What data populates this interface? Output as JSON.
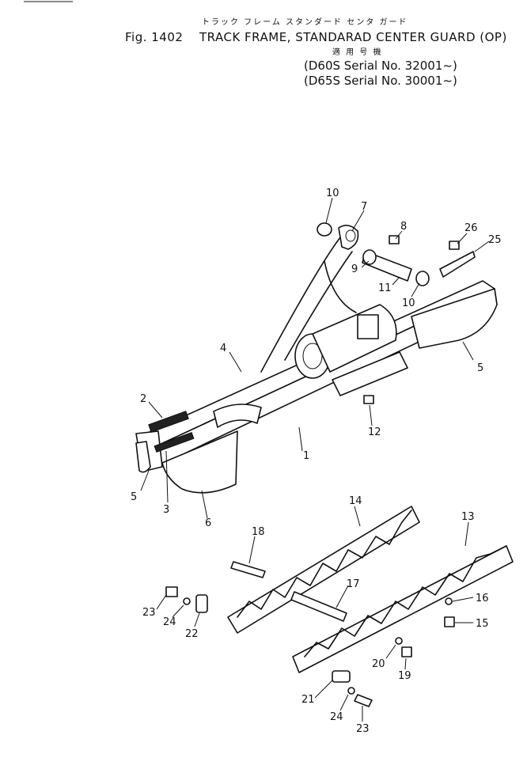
{
  "header": {
    "kana_title": "トラック フレーム スタンダード センタ ガード",
    "fig_label": "Fig. 1402",
    "title": "TRACK FRAME, STANDARAD CENTER GUARD (OP)",
    "applicability_kanji": "適 用 号 機",
    "serial_lines": [
      "(D60S Serial No. 32001~)",
      "(D65S Serial No. 30001~)"
    ]
  },
  "callouts": [
    "1",
    "2",
    "3",
    "4",
    "5",
    "5",
    "6",
    "7",
    "8",
    "9",
    "10",
    "10",
    "11",
    "12",
    "13",
    "14",
    "15",
    "16",
    "17",
    "18",
    "19",
    "20",
    "21",
    "22",
    "23",
    "23",
    "24",
    "24",
    "25",
    "26"
  ]
}
